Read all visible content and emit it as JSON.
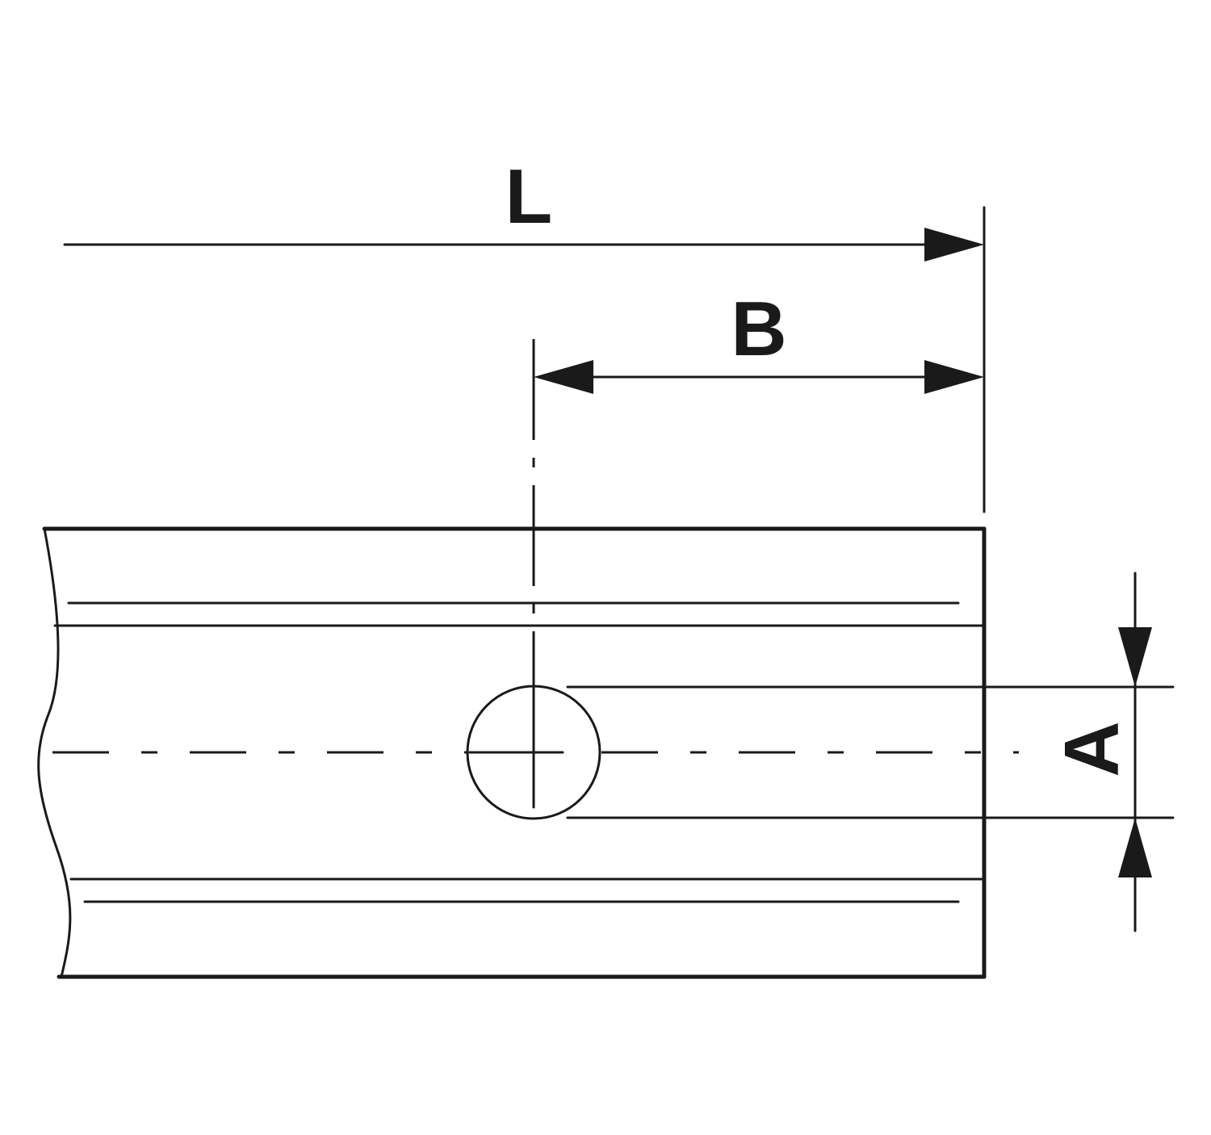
{
  "dimensions": {
    "overall_length_label": "L",
    "hole_offset_label": "B",
    "hole_diameter_label": "A"
  }
}
